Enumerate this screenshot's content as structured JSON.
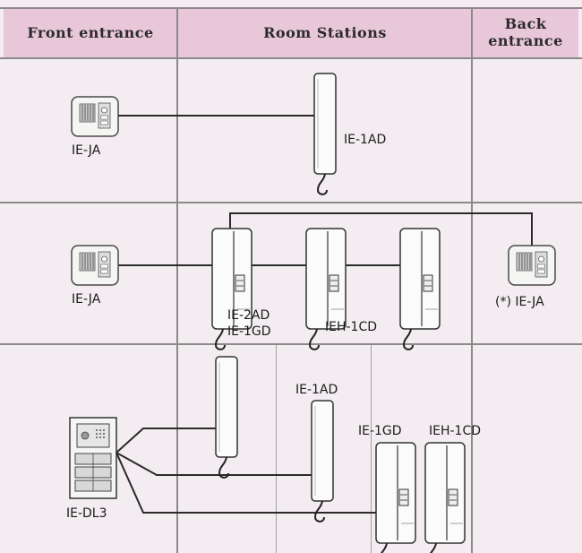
{
  "headers": {
    "front": "Front entrance",
    "room": "Room Stations",
    "back_line1": "Back",
    "back_line2": "entrance"
  },
  "labels": {
    "r1_door": "IE-JA",
    "r1_handset": "IE-1AD",
    "r2_door": "IE-JA",
    "r2_handset1_line1": "IE-2AD",
    "r2_handset1_line2": "IE-1GD",
    "r2_handset2": "IEH-1CD",
    "r2_back_door": "(*) IE-JA",
    "r3_door": "IE-DL3",
    "r3_handset_b": "IE-1AD",
    "r3_handset_c": "IE-1GD",
    "r3_handset_d": "IEH-1CD"
  },
  "colors": {
    "header_bg": "#e8c7d8",
    "cell_bg": "#f3edf1",
    "grid": "#8a8a8a",
    "wire": "#2a2a2a"
  }
}
